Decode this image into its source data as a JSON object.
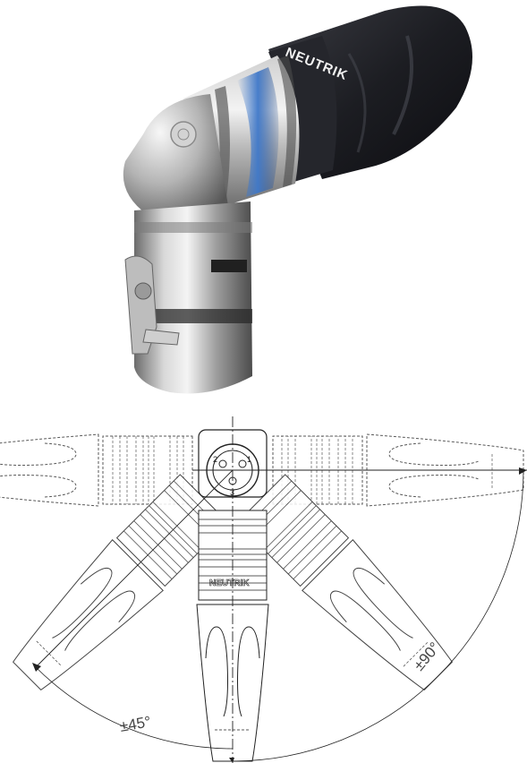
{
  "photo": {
    "brand_label": "NEUTRIK",
    "colors": {
      "nickel_light": "#e9e9e9",
      "nickel_mid": "#a9a9a9",
      "nickel_dark": "#5b5b5b",
      "boot_black": "#1c1d22",
      "reflection_blue": "#3f78c9"
    }
  },
  "drawing": {
    "brand_label": "NEUTRIK",
    "pins": [
      "1",
      "2",
      "3"
    ],
    "angle_45_label": "±45°",
    "angle_90_label": "±90°",
    "line_color": "#222222"
  }
}
